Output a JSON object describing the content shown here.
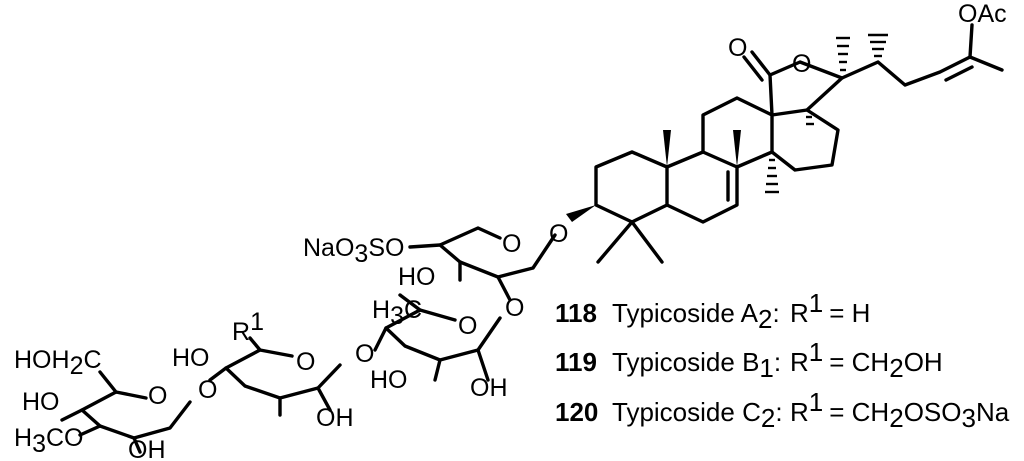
{
  "labels": {
    "oac": "OAc",
    "lactone_o_carbonyl": "O",
    "lactone_o_ring": "O",
    "glycoside_o": "O",
    "xyl_ring_o": "O",
    "naso3so": "NaO",
    "naso3so_sub": "3",
    "naso3so_tail": "SO",
    "xyl_ho": "HO",
    "link_o_1": "O",
    "qui_h3c": "H",
    "qui_h3c_sub": "3",
    "qui_h3c_tail": "C",
    "qui_ring_o": "O",
    "qui_ho": "HO",
    "qui_oh": "OH",
    "link_o_2": "O",
    "glc_r": "R",
    "glc_r_sup": "1",
    "glc_ring_o": "O",
    "glc_ho": "HO",
    "glc_oh": "OH",
    "link_o_3": "O",
    "mg_hoh2c": "HOH",
    "mg_hoh2c_sub": "2",
    "mg_hoh2c_tail": "C",
    "mg_ring_o": "O",
    "mg_ho": "HO",
    "mg_h3co": "H",
    "mg_h3co_sub": "3",
    "mg_h3co_tail": "CO",
    "mg_oh": "OH"
  },
  "compounds": [
    {
      "number": "118",
      "name": "Typicoside A",
      "name_sub": "2",
      "r": "R",
      "r_sup": "1",
      "eq": "= H",
      "eq_parts": []
    },
    {
      "number": "119",
      "name": "Typicoside B",
      "name_sub": "1",
      "r": "R",
      "r_sup": "1",
      "eq": "= CH",
      "eq_parts": [
        "2",
        "OH"
      ]
    },
    {
      "number": "120",
      "name": "Typicoside C",
      "name_sub": "2",
      "r": "R",
      "r_sup": "1",
      "eq": "= CH",
      "eq_parts": [
        "2",
        "OSO",
        "3",
        "Na"
      ]
    }
  ]
}
